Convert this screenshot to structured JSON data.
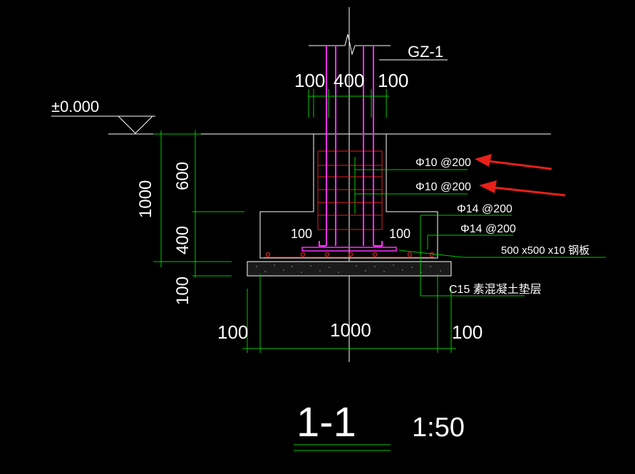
{
  "labels": {
    "column_tag": "GZ-1",
    "elevation": "±0.000",
    "top_dim_left": "100",
    "top_dim_mid": "400",
    "top_dim_right": "100",
    "height_total": "1000",
    "height_upper": "600",
    "height_lower": "400",
    "cushion_thk": "100",
    "step_left": "100",
    "step_right": "100",
    "stirrup_1": "Φ10 @200",
    "stirrup_2": "Φ10 @200",
    "bottom_bar_1": "Φ14 @200",
    "bottom_bar_2": "Φ14 @200",
    "steel_plate": "500 x500 x10 钢板",
    "cushion_note": "C15 素混凝土垫层",
    "bottom_dim_left": "100",
    "bottom_dim_mid": "1000",
    "bottom_dim_right": "100",
    "section_id": "1-1",
    "scale": "1:50"
  },
  "colors": {
    "background": "#000000",
    "dimension": "#00c800",
    "outline": "#ffffff",
    "rebar": "#ff30ff",
    "stirrup": "#e02020",
    "arrow": "#e8201a"
  }
}
